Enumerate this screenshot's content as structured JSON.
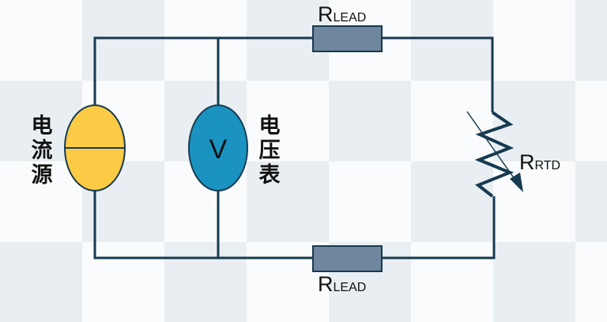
{
  "labels": {
    "r_lead_top": {
      "main": "R",
      "sub": "LEAD"
    },
    "r_lead_bottom": {
      "main": "R",
      "sub": "LEAD"
    },
    "r_rtd": {
      "main": "R",
      "sub": "RTD"
    },
    "current_source": "电流源",
    "voltmeter": "电压表",
    "voltmeter_symbol": "V"
  },
  "colors": {
    "wire": "#163a4f",
    "resistor": "#6e879e",
    "current_source": "#fccb45",
    "voltmeter": "#1a93c0",
    "tile_light": "#fafbfc",
    "tile_dark": "#e9eef2"
  }
}
